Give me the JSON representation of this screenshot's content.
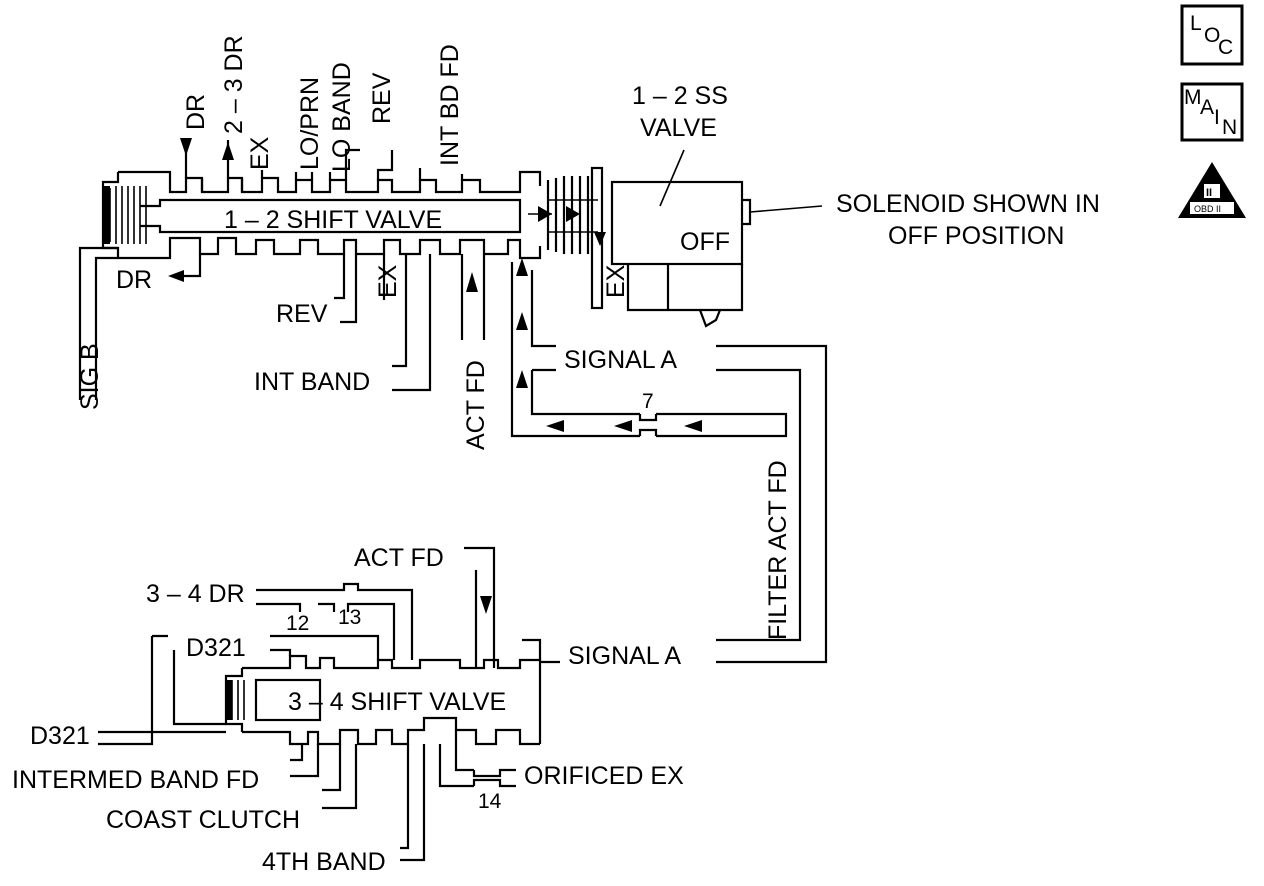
{
  "valve_1_2": {
    "name": "1 – 2 SHIFT VALVE",
    "top_ports": [
      "DR",
      "2 – 3 DR",
      "EX",
      "LO/PRN",
      "LO BAND",
      "REV",
      "INT BD FD"
    ],
    "bottom_ports": [
      "DR",
      "REV",
      "EX",
      "INT BAND",
      "ACT FD",
      "SIG B"
    ]
  },
  "solenoid": {
    "title_line1": "1 – 2 SS",
    "title_line2": "VALVE",
    "state": "OFF",
    "note_line1": "SOLENOID SHOWN IN",
    "note_line2": "OFF POSITION",
    "exhaust": "EX"
  },
  "signal_circuit": {
    "signal_a_top": "SIGNAL A",
    "orifice_7": "7",
    "filter_act_fd": "FILTER ACT FD",
    "signal_a_bottom": "SIGNAL A"
  },
  "valve_3_4": {
    "name": "3 – 4 SHIFT VALVE",
    "ports": {
      "act_fd": "ACT FD",
      "dr_3_4": "3 – 4 DR",
      "orifice_12": "12",
      "orifice_13": "13",
      "d321_upper": "D321",
      "d321_lower": "D321",
      "intermed_band_fd": "INTERMED BAND FD",
      "coast_clutch": "COAST CLUTCH",
      "band_4th": "4TH BAND",
      "orificed_ex": "ORIFICED EX",
      "orifice_14": "14"
    }
  },
  "badges": {
    "loc": [
      "L",
      "O",
      "C"
    ],
    "main": [
      "M",
      "A",
      "I",
      "N"
    ],
    "obd": {
      "roman": "II",
      "text": "OBD II"
    }
  }
}
